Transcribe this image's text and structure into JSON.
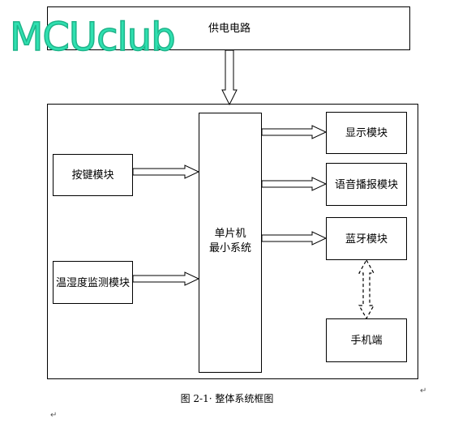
{
  "watermark": "MCUclub",
  "blocks": {
    "power": "供电电路",
    "key": "按键模块",
    "temp_humidity": "温湿度监测模块",
    "mcu_line1": "单片机",
    "mcu_line2": "最小系统",
    "display": "显示模块",
    "voice": "语音播报模块",
    "bluetooth": "蓝牙模块",
    "phone": "手机端"
  },
  "caption": "图 2-1· 整体系统框图",
  "paragraph_mark": "↵",
  "colors": {
    "line": "#000000",
    "watermark": "#2fe0b0"
  }
}
